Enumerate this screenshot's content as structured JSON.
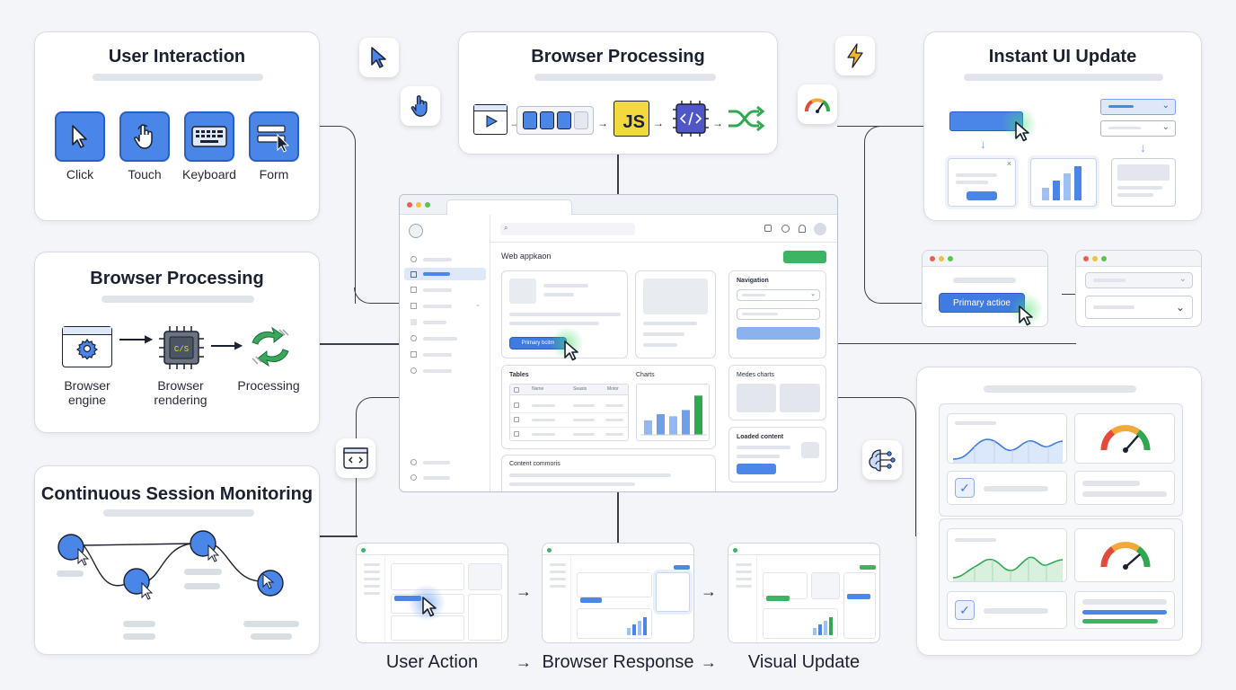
{
  "cards": {
    "user_interaction": {
      "title": "User Interaction",
      "items": [
        {
          "label": "Click",
          "icon": "cursor-icon"
        },
        {
          "label": "Touch",
          "icon": "touch-icon"
        },
        {
          "label": "Keyboard",
          "icon": "keyboard-icon"
        },
        {
          "label": "Form",
          "icon": "form-icon"
        }
      ]
    },
    "browser_processing_top": {
      "title": "Browser Processing",
      "js_label": "JS"
    },
    "browser_processing_left": {
      "title": "Browser Processing",
      "items": [
        {
          "label": "Browser\nengine",
          "icon": "gear-icon"
        },
        {
          "label": "Browser\nrendering",
          "icon": "chip-icon",
          "chip_text": "C/S"
        },
        {
          "label": "Processing",
          "icon": "refresh-arrows-icon"
        }
      ]
    },
    "instant_ui_update": {
      "title": "Instant UI Update"
    },
    "continuous_session": {
      "title": "Continuous Session Monitoring"
    }
  },
  "main_app": {
    "page_title": "Web appkaon",
    "primary_button": "Primary bcitm",
    "navigation_label": "Navigation",
    "tables_label": "Tables",
    "table_headers": [
      "Name",
      "Seasts",
      "Motor"
    ],
    "charts_label": "Charts",
    "media_charts_label": "Medes charts",
    "loaded_content_label": "Loaded content",
    "content_label": "Content commoris",
    "chart_values": [
      0.35,
      0.5,
      0.45,
      0.6,
      0.95
    ],
    "colors": {
      "accent": "#3f7be0",
      "green": "#3db463",
      "chart_blue": "#93b8f0",
      "chart_green": "#2fa84f"
    }
  },
  "right_mini": {
    "primary_action": "Primary actioe"
  },
  "flow": {
    "steps": [
      "User Action",
      "Browser Response",
      "Visual Update"
    ],
    "arrow": "→"
  }
}
